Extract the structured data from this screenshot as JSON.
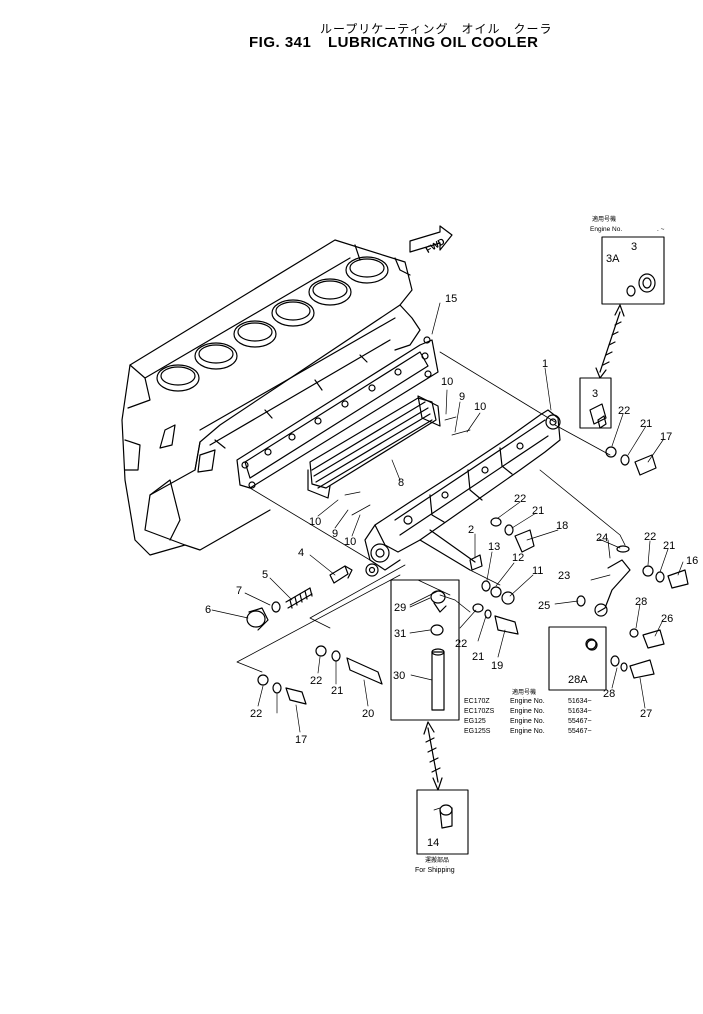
{
  "header": {
    "title_jp": "ループリケーティング　オイル　クーラ",
    "fig_label": "FIG. 341",
    "title_en": "LUBRICATING OIL COOLER"
  },
  "fwd_label": "FWD",
  "applicability_top": {
    "title_jp": "適用号機",
    "engine_label": "Engine  No.",
    "range": ".  ~"
  },
  "applicability_table": {
    "title_jp": "適用号機",
    "rows": [
      {
        "model": "EC170Z",
        "label": "Engine  No.",
        "serial": "51634~"
      },
      {
        "model": "EC170ZS",
        "label": "Engine  No.",
        "serial": "51634~"
      },
      {
        "model": "EG125",
        "label": "Engine  No.",
        "serial": "55467~"
      },
      {
        "model": "EG125S",
        "label": "Engine  No.",
        "serial": "55467~"
      }
    ]
  },
  "shipping": {
    "title_jp": "運搬部品",
    "label": "For  Shipping"
  },
  "part_callouts": [
    "1",
    "2",
    "3",
    "3",
    "3A",
    "4",
    "5",
    "6",
    "7",
    "8",
    "9",
    "9",
    "10",
    "10",
    "10",
    "10",
    "11",
    "12",
    "13",
    "14",
    "15",
    "16",
    "17",
    "17",
    "18",
    "19",
    "20",
    "21",
    "21",
    "21",
    "21",
    "21",
    "22",
    "22",
    "22",
    "22",
    "22",
    "22",
    "23",
    "24",
    "25",
    "26",
    "27",
    "28",
    "28",
    "28A",
    "29",
    "30",
    "31"
  ]
}
